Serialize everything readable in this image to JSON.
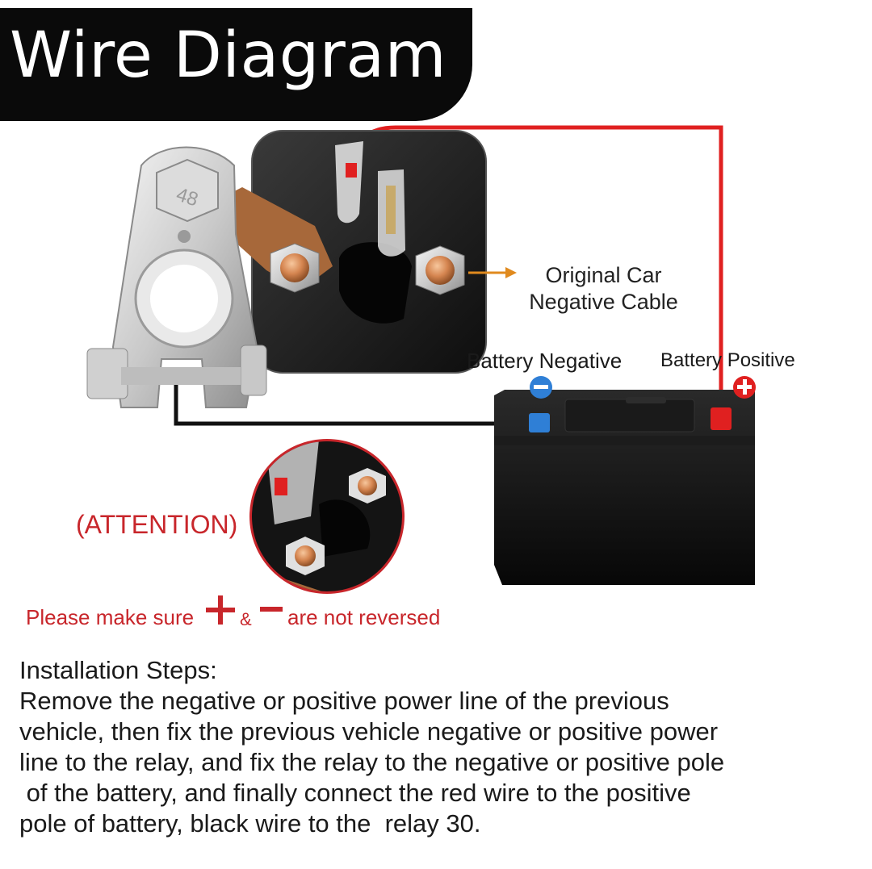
{
  "title": "Wire Diagram",
  "relay": {
    "terminal_marking": "48"
  },
  "labels": {
    "original_car_line1": "Original Car",
    "original_car_line2": "Negative Cable",
    "battery_negative": "Battery Negative",
    "battery_positive": "Battery Positive"
  },
  "attention": {
    "heading": "(ATTENTION)",
    "warning_prefix": "Please make sure",
    "warning_amp": "&",
    "warning_suffix": "are not reversed"
  },
  "steps": {
    "heading": "Installation Steps:",
    "lines": [
      "Remove the negative or positive power line of the previous",
      "vehicle, then fix the previous vehicle negative or positive power",
      "line to the relay, and fix the relay to the negative or positive pole",
      " of the battery, and finally connect the red wire to the positive",
      "pole of battery, black wire to the  relay 30."
    ]
  },
  "colors": {
    "red_wire": "#e02020",
    "black_wire": "#111111",
    "negative_marker": "#2f7fd6",
    "positive_marker": "#e02020",
    "warning_text": "#c8262b",
    "arrow": "#e08a1e"
  }
}
